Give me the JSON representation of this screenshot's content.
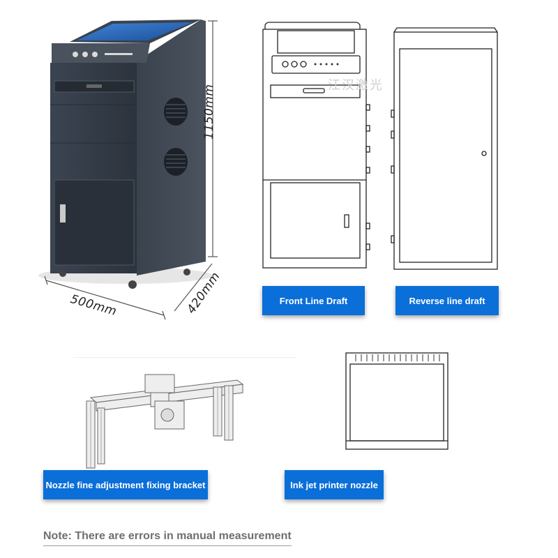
{
  "dimensions": {
    "height": "1150mm",
    "width": "500mm",
    "depth": "420mm"
  },
  "labels": {
    "front_line_draft": "Front Line Draft",
    "reverse_line_draft": "Reverse line draft",
    "nozzle_bracket": "Nozzle fine adjustment fixing bracket",
    "ink_jet_nozzle": "Ink jet printer nozzle"
  },
  "note": "Note: There are errors in manual measurement",
  "watermark": "江汉激光",
  "colors": {
    "label_blue": "#0a6fd9",
    "cabinet": "#2f3742",
    "screen": "#2d6fc4"
  }
}
